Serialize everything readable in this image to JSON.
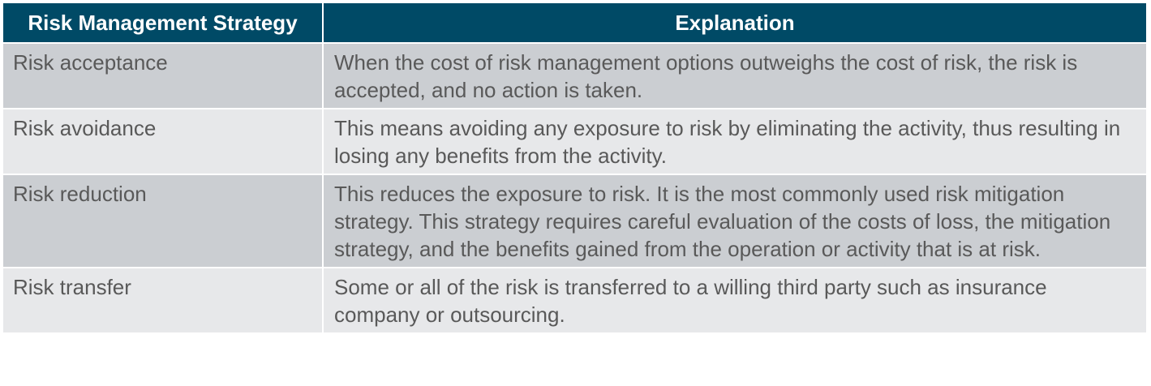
{
  "table": {
    "headers": {
      "strategy": "Risk Management Strategy",
      "explanation": "Explanation"
    },
    "rows": [
      {
        "strategy": "Risk acceptance",
        "explanation": "When the cost of risk management options outweighs the cost of risk, the risk is accepted, and no action is taken."
      },
      {
        "strategy": "Risk avoidance",
        "explanation": "This means avoiding any exposure to risk by eliminating the activity, thus resulting in losing any benefits from the activity."
      },
      {
        "strategy": "Risk reduction",
        "explanation": "This reduces the exposure to risk. It is the most commonly used risk mitigation strategy. This strategy requires careful evaluation of the costs of loss, the mitigation strategy, and the benefits gained from the operation or activity that is at risk."
      },
      {
        "strategy": "Risk transfer",
        "explanation": "Some or all of the risk is transferred to a willing third party such as insurance company or outsourcing."
      }
    ]
  },
  "colors": {
    "header_background": "#004a66",
    "header_text": "#ffffff",
    "row_dark": "#cbced2",
    "row_light": "#e7e8ea",
    "body_text": "#595959"
  }
}
